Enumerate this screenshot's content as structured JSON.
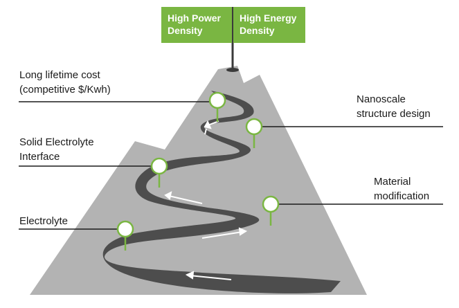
{
  "flags": {
    "left": "High Power\nDensity",
    "right": "High Energy\nDensity"
  },
  "milestones": {
    "lifetime_cost": "Long lifetime cost\n(competitive $/Kwh)",
    "nanoscale": "Nanoscale\nstructure design",
    "sei": "Solid Electrolyte\nInterface",
    "material": "Material\nmodification",
    "electrolyte": "Electrolyte"
  },
  "colors": {
    "flag_green": "#7ab642",
    "mountain": "#b3b3b3",
    "road": "#4d4d4d",
    "pin_stroke": "#7ab642",
    "leader_line": "#1a1a1a"
  }
}
